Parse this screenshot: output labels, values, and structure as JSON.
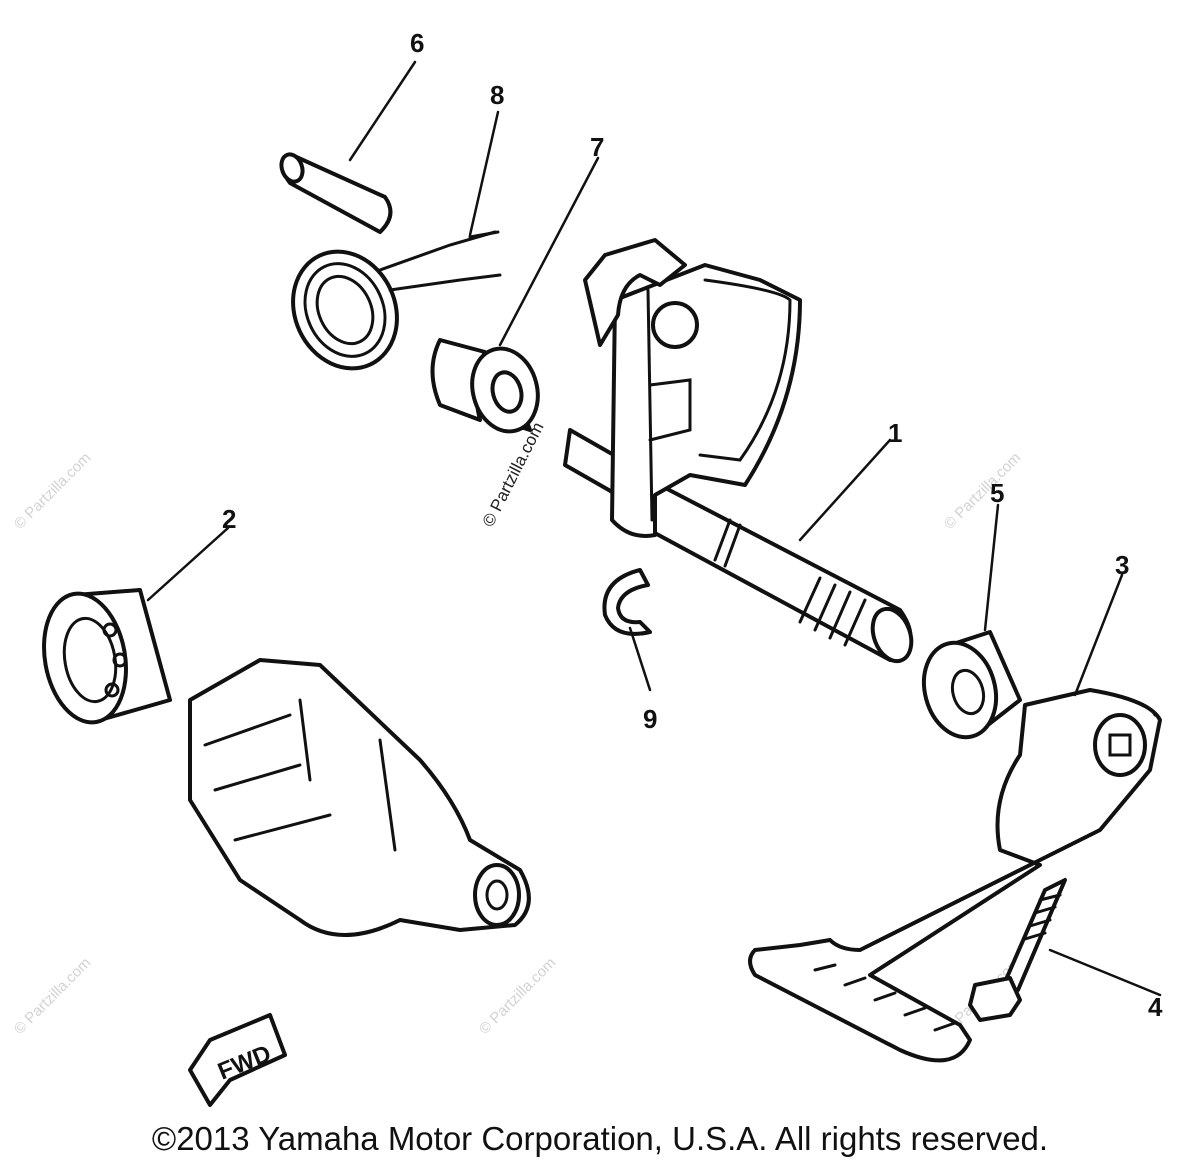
{
  "callouts": {
    "c1": "1",
    "c2": "2",
    "c3": "3",
    "c4": "4",
    "c5": "5",
    "c6": "6",
    "c7": "7",
    "c8": "8",
    "c9": "9"
  },
  "direction_marker": {
    "label": "FWD",
    "icon": "arrow-icon"
  },
  "watermark": {
    "primary": "© Partzilla.com",
    "repeated": "© Partzilla.com"
  },
  "copyright": "©2013 Yamaha Motor Corporation, U.S.A. All rights reserved."
}
